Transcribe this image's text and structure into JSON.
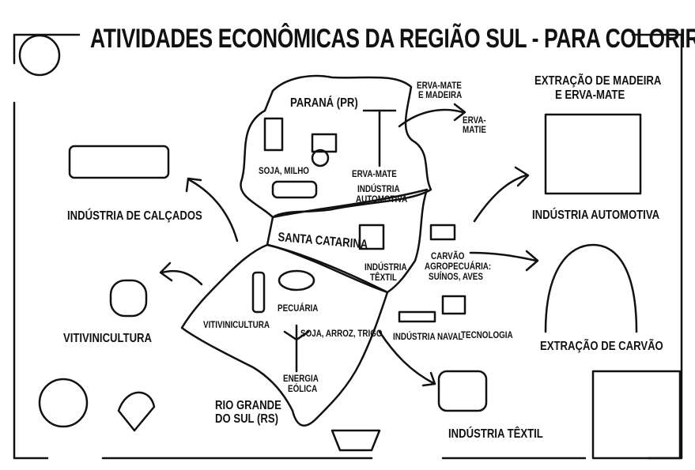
{
  "title": "ATIVIDADES ECONÔMICAS DA REGIÃO SUL - PARA COLORIR",
  "map": {
    "parana": {
      "name": "PARANÁ (PR)",
      "items": [
        "SOJA, MILHO",
        "ERVA-MATE",
        "INDÚSTRIA",
        "AUTOMOTIVA"
      ]
    },
    "santa_catarina": {
      "name": "SANTA CATARINA",
      "items": [
        "INDÚSTRIA",
        "TÊXTIL"
      ]
    },
    "rio_grande_do_sul": {
      "name_line1": "RIO GRANDE",
      "name_line2": "DO SUL (RS)",
      "items": [
        "VITIVINICULTURA",
        "PECUÁRIA",
        "SOJA, ARROZ, TRIGO",
        "ENERGIA",
        "EÓLICA"
      ]
    },
    "coast": {
      "items": [
        "CARVÃO",
        "AGROPECUÁRIA:",
        "SUÍNOS, AVES",
        "INDÚSTRIA NAVAL",
        "TECNOLOGIA"
      ]
    }
  },
  "callouts": {
    "erva_madeira_l1": "ERVA-MATE",
    "erva_madeira_l2": "E MADEIRA",
    "erva_matie_l1": "ERVA-",
    "erva_matie_l2": "MATIE",
    "extracao_madeira_l1": "EXTRAÇÃO DE MADEIRA",
    "extracao_madeira_l2": "E ERVA-MATE",
    "automotiva": "INDÚSTRIA AUTOMOTIVA",
    "carvao": "EXTRAÇÃO DE CARVÃO",
    "calcados": "INDÚSTRIA DE CALÇADOS",
    "vitivinicultura": "VITIVINICULTURA",
    "textil": "INDÚSTRIA TÊXTIL"
  }
}
